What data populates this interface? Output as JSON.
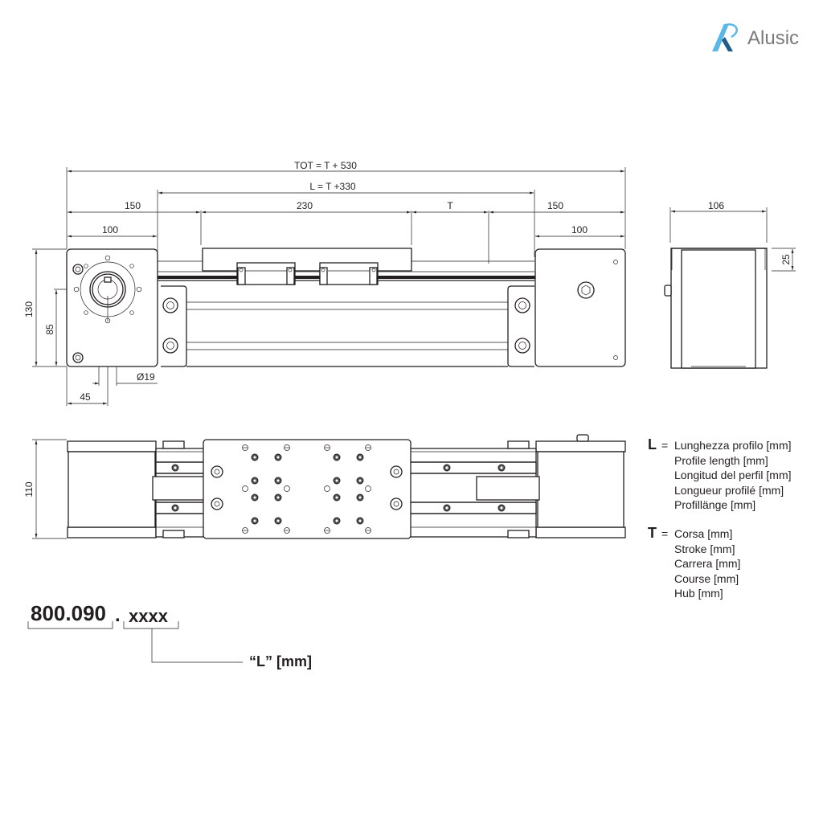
{
  "brand": {
    "name": "Alusic",
    "logo_icon": "alusic-a-logo-icon",
    "accent_color": "#5bb8e6",
    "text_color": "#7a7a7a"
  },
  "front_view": {
    "dimensions": {
      "total": "TOT = T + 530",
      "profile_length": "L = T +330",
      "left_150": "150",
      "carriage_230": "230",
      "stroke_T": "T",
      "right_150": "150",
      "left_100": "100",
      "right_100": "100",
      "height_130": "130",
      "shaft_height_85": "85",
      "shaft_offset_45": "45",
      "shaft_diameter": "Ø19"
    }
  },
  "side_view": {
    "dimensions": {
      "width_106": "106",
      "top_25": "25"
    }
  },
  "top_view": {
    "dimensions": {
      "height_110": "110"
    }
  },
  "legend": {
    "L": {
      "key": "L",
      "eq": "=",
      "lines": [
        "Lunghezza profilo [mm]",
        "Profile length [mm]",
        "Longitud del perfil [mm]",
        "Longueur profilé [mm]",
        "Profillänge [mm]"
      ]
    },
    "T": {
      "key": "T",
      "eq": "=",
      "lines": [
        "Corsa [mm]",
        "Stroke [mm]",
        "Carrera [mm]",
        "Course [mm]",
        "Hub [mm]"
      ]
    }
  },
  "order_code": {
    "prefix": "800.090",
    "separator": ".",
    "suffix": "xxxx",
    "suffix_label": "“L” [mm]"
  }
}
